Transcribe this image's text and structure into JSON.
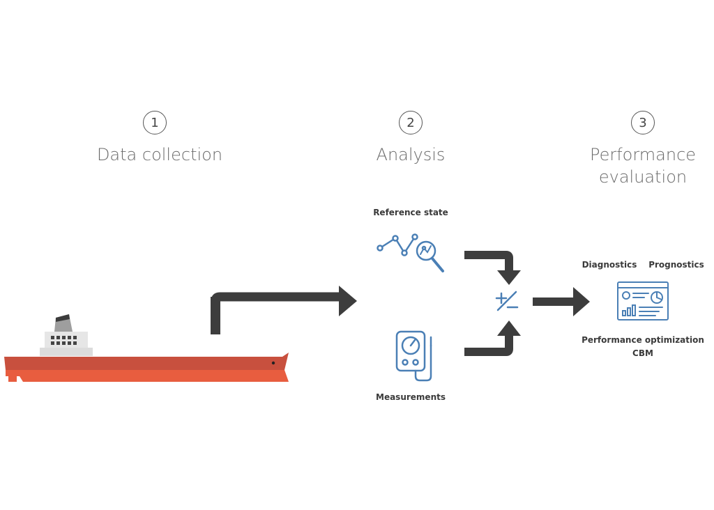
{
  "steps": [
    {
      "number": "1",
      "title": "Data collection"
    },
    {
      "number": "2",
      "title": "Analysis"
    },
    {
      "number": "3",
      "title": "Performance evaluation"
    }
  ],
  "analysis": {
    "reference_label": "Reference state",
    "measurements_label": "Measurements"
  },
  "evaluation": {
    "diagnostics_label": "Diagnostics",
    "prognostics_label": "Prognostics",
    "optimization_label": "Performance optimization",
    "cbm_label": "CBM"
  },
  "icons": {
    "ship": "ship-icon",
    "reference": "line-chart-magnifier-icon",
    "measurements": "gauge-meter-icon",
    "compare": "plus-minus-icon",
    "dashboard": "dashboard-icon"
  },
  "colors": {
    "hull": "#c8503e",
    "hull_light": "#e85d3f",
    "arrow": "#3d3d3d",
    "icon_blue": "#4a7fb5",
    "text": "#3a3a3a"
  }
}
